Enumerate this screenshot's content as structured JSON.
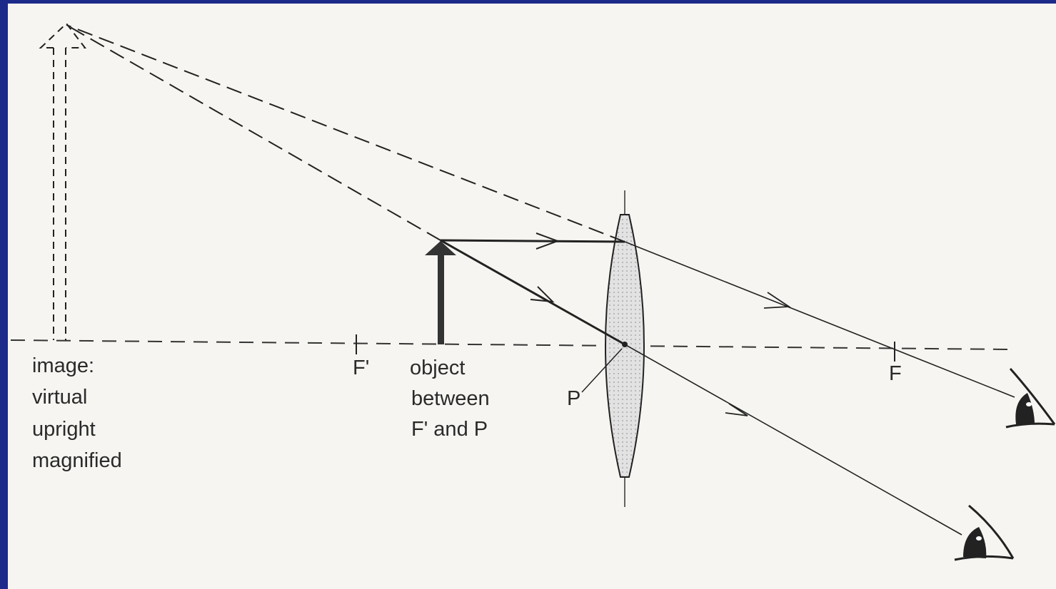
{
  "labels": {
    "image_lines": [
      "image:",
      "virtual",
      "upright",
      "magnified"
    ],
    "focal_left": "F'",
    "object_lines": [
      "object",
      "between",
      "F' and P"
    ],
    "center": "P",
    "focal_right": "F"
  },
  "colors": {
    "frame_border": "#1c2a8a",
    "paper": "#f6f5f1",
    "ink": "#2a2a2a",
    "lens_fill": "#dcdcdc"
  },
  "icons": [
    "eye-icon",
    "eye-icon"
  ]
}
